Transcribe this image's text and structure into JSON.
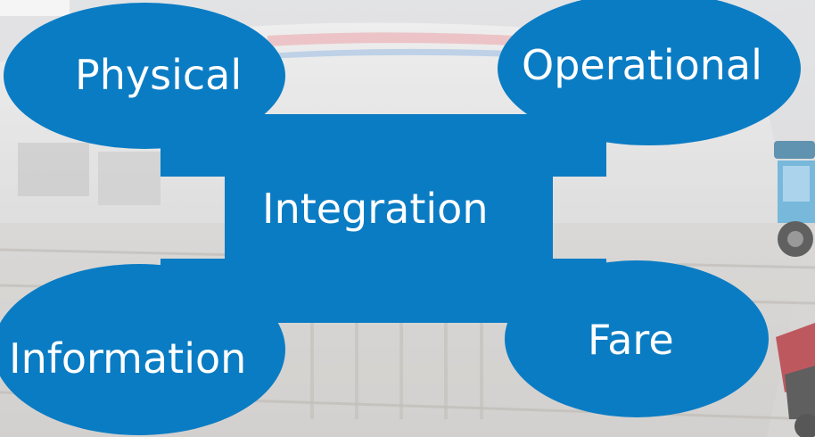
{
  "diagram": {
    "center": "Integration",
    "nodes": {
      "physical": "Physical",
      "operational": "Operational",
      "information": "Information",
      "fare": "Fare"
    }
  },
  "colors": {
    "shape_fill": "#0a7cc4",
    "label_text": "#ffffff"
  },
  "background": {
    "description_icon": "train-photo-background"
  }
}
